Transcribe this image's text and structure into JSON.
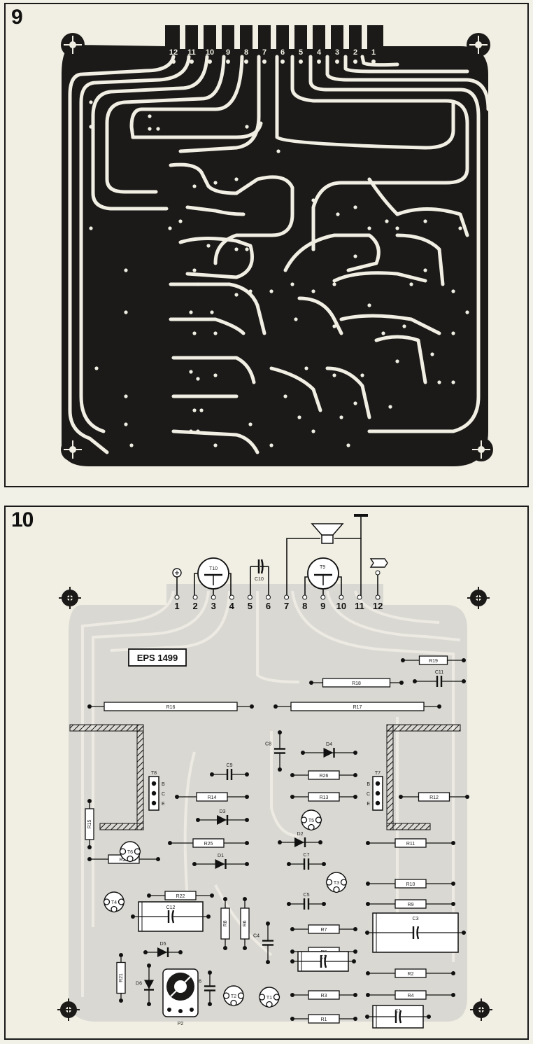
{
  "fig9": {
    "number": "9",
    "pins": [
      "12",
      "11",
      "10",
      "9",
      "8",
      "7",
      "6",
      "5",
      "4",
      "3",
      "2",
      "1"
    ]
  },
  "fig10": {
    "number": "10",
    "board_code": "EPS 1499",
    "pins": [
      "1",
      "2",
      "3",
      "4",
      "5",
      "6",
      "7",
      "8",
      "9",
      "10",
      "11",
      "12"
    ],
    "top_components": [
      "T10",
      "C10",
      "T9"
    ],
    "resistors": [
      "R19",
      "R18",
      "R16",
      "R17",
      "R26",
      "R14",
      "R13",
      "R12",
      "R25",
      "R11",
      "R20",
      "R10",
      "R22",
      "R9",
      "R7",
      "R5",
      "R2",
      "R3",
      "R4",
      "R1",
      "R15",
      "R8",
      "R6",
      "R21"
    ],
    "capacitors": [
      "C11",
      "C8",
      "C9",
      "C7",
      "C5",
      "C4",
      "C12",
      "C3",
      "C2",
      "C6",
      "C1"
    ],
    "diodes": [
      "D4",
      "D3",
      "D2",
      "D1",
      "D5",
      "D6"
    ],
    "transistors": [
      "T8",
      "T7",
      "T5",
      "T6",
      "T3",
      "T4",
      "T2",
      "T1"
    ],
    "pot": "P2",
    "ce_labels": [
      "B",
      "C",
      "E"
    ]
  }
}
